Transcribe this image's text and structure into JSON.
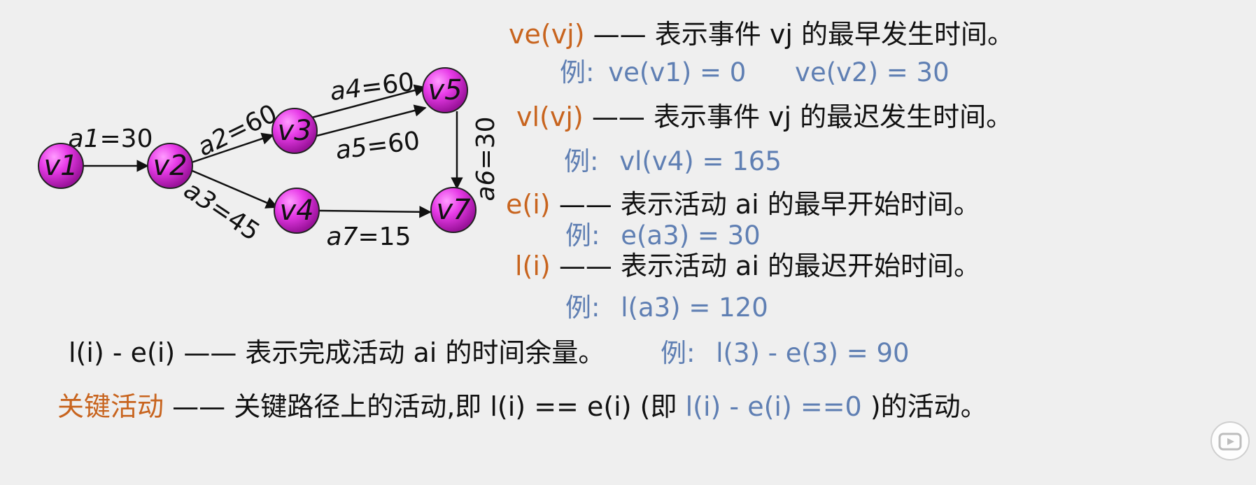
{
  "graph": {
    "nodes": [
      {
        "id": "v1",
        "label": "v1"
      },
      {
        "id": "v2",
        "label": "v2"
      },
      {
        "id": "v3",
        "label": "v3"
      },
      {
        "id": "v4",
        "label": "v4"
      },
      {
        "id": "v5",
        "label": "v5"
      },
      {
        "id": "v7",
        "label": "v7"
      }
    ],
    "edges": [
      {
        "id": "a1",
        "from": "v1",
        "to": "v2",
        "name": "a1",
        "weight": "=30"
      },
      {
        "id": "a2",
        "from": "v2",
        "to": "v3",
        "name": "a2",
        "weight": "=60"
      },
      {
        "id": "a3",
        "from": "v2",
        "to": "v4",
        "name": "a3",
        "weight": "=45"
      },
      {
        "id": "a4",
        "from": "v3",
        "to": "v5",
        "name": "a4",
        "weight": "=60"
      },
      {
        "id": "a5",
        "from": "v3",
        "to": "v5",
        "name": "a5",
        "weight": "=60"
      },
      {
        "id": "a6",
        "from": "v5",
        "to": "v7",
        "name": "a6",
        "weight": "=30"
      },
      {
        "id": "a7",
        "from": "v4",
        "to": "v7",
        "name": "a7",
        "weight": "=15"
      }
    ],
    "node_color": "#dd33dd"
  },
  "definitions": {
    "ve": {
      "term": "ve(vj)",
      "dash": "——",
      "desc": "表示事件 vj 的最早发生时间。"
    },
    "ve_ex": {
      "label": "例:",
      "ex1": "ve(v1) = 0",
      "ex2": "ve(v2) = 30"
    },
    "vl": {
      "term": "vl(vj)",
      "dash": "——",
      "desc": "表示事件 vj 的最迟发生时间。"
    },
    "vl_ex": {
      "label": "例:",
      "ex1": "vl(v4) = 165"
    },
    "e": {
      "term": "e(i)",
      "dash": "——",
      "desc": "表示活动 ai 的最早开始时间。"
    },
    "e_ex": {
      "label": "例:",
      "ex1": "e(a3) = 30"
    },
    "l": {
      "term": "l(i)",
      "dash": "——",
      "desc": "表示活动 ai 的最迟开始时间。"
    },
    "l_ex": {
      "label": "例:",
      "ex1": "l(a3) = 120"
    },
    "slack": {
      "term": "l(i) - e(i)",
      "dash": "——",
      "desc": "表示完成活动 ai 的时间余量。",
      "ex_label": "例:",
      "ex": "l(3) - e(3) = 90"
    },
    "critical": {
      "term": "关键活动",
      "dash": "——",
      "desc": "关键路径上的活动,即 l(i) == e(i) (即",
      "cond": "l(i) - e(i) ==0",
      "tail": ")的活动。"
    }
  },
  "colors": {
    "term": "#c8641e",
    "example": "#5f7fb3",
    "text": "#111111",
    "background": "#efefef"
  }
}
